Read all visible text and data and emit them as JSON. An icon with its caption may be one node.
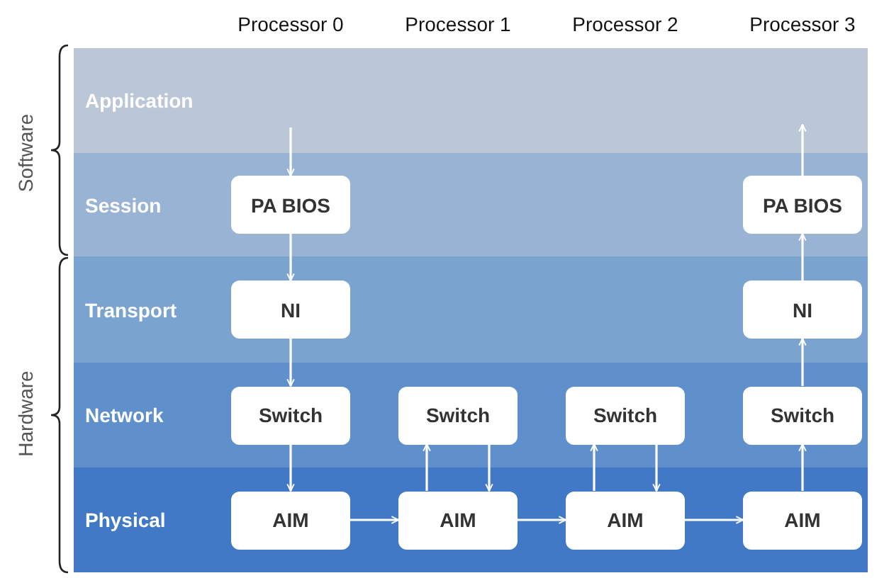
{
  "diagram": {
    "nodes": [
      {
        "text": [
          "Application"
        ]
      },
      {
        "text": [
          "Session"
        ]
      },
      {
        "text": [
          "Transport"
        ]
      },
      {
        "text": [
          "Network"
        ]
      },
      {
        "text": [
          "Physical"
        ]
      },
      {
        "text": [
          "PA BIOS"
        ],
        "in": 1
      },
      {
        "text": [
          "PA BIOS"
        ],
        "in": 1
      },
      {
        "text": [
          "NI"
        ],
        "in": 2
      },
      {
        "text": [
          "NI"
        ],
        "in": 2
      },
      {
        "text": [
          "Switch"
        ],
        "in": 3
      },
      {
        "text": [
          "Switch"
        ],
        "in": 3
      },
      {
        "text": [
          "Switch"
        ],
        "in": 3
      },
      {
        "text": [
          "Switch"
        ],
        "in": 3
      },
      {
        "text": [
          "AIM"
        ],
        "in": 4
      },
      {
        "text": [
          "AIM"
        ],
        "in": 4
      },
      {
        "text": [
          "AIM"
        ],
        "in": 4
      },
      {
        "text": [
          "AIM"
        ],
        "in": 4
      }
    ],
    "edges": [
      {
        "from": 0,
        "to": 5,
        "arrow": "to"
      },
      {
        "from": 5,
        "to": 7,
        "arrow": "to"
      },
      {
        "from": 7,
        "to": 9,
        "arrow": "to"
      },
      {
        "from": 9,
        "to": 13,
        "arrow": "to"
      },
      {
        "from": 13,
        "to": 14,
        "arrow": "to"
      },
      {
        "from": 14,
        "to": 10,
        "arrow": "to"
      },
      {
        "from": 10,
        "to": 14,
        "arrow": "to"
      },
      {
        "from": 14,
        "to": 15,
        "arrow": "to"
      },
      {
        "from": 15,
        "to": 11,
        "arrow": "to"
      },
      {
        "from": 11,
        "to": 15,
        "arrow": "to"
      },
      {
        "from": 15,
        "to": 16,
        "arrow": "to"
      },
      {
        "from": 16,
        "to": 12,
        "arrow": "to"
      },
      {
        "from": 12,
        "to": 8,
        "arrow": "to"
      },
      {
        "from": 8,
        "to": 6,
        "arrow": "to"
      },
      {
        "from": 6,
        "to": 0,
        "arrow": "to"
      }
    ],
    "labels": [
      "Processor 0",
      "Processor 1",
      "Processor 2",
      "Processor 3",
      "Software",
      "Hardware"
    ]
  }
}
